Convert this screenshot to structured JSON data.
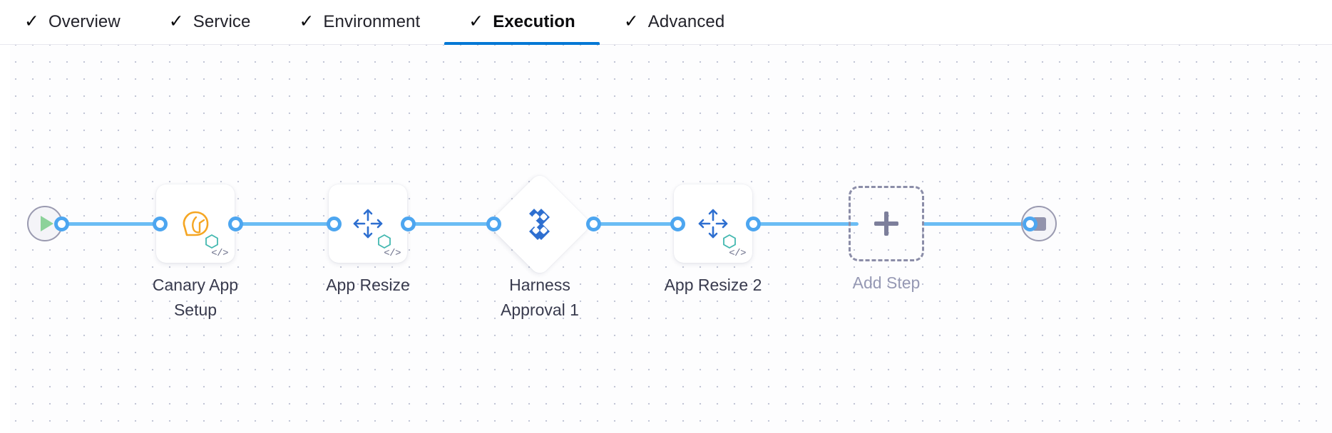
{
  "tabs": [
    {
      "label": "Overview",
      "icon": "check-icon",
      "checked": true,
      "active": false
    },
    {
      "label": "Service",
      "icon": "check-icon",
      "checked": true,
      "active": false
    },
    {
      "label": "Environment",
      "icon": "check-icon",
      "checked": true,
      "active": false
    },
    {
      "label": "Execution",
      "icon": "check-icon",
      "checked": true,
      "active": true
    },
    {
      "label": "Advanced",
      "icon": "check-icon",
      "checked": true,
      "active": false
    }
  ],
  "check_glyph": "✓",
  "canvas": {
    "start_node": {
      "name": "pipeline-start",
      "icon": "play-icon"
    },
    "end_node": {
      "name": "pipeline-end",
      "icon": "stop-icon"
    },
    "steps": [
      {
        "label_line1": "Canary App",
        "label_line2": "Setup",
        "icon": "canary-bird-icon",
        "shape": "rounded-square",
        "has_code_badge": true,
        "has_hex_badge": true
      },
      {
        "label_line1": "App Resize",
        "label_line2": "",
        "icon": "resize-arrows-icon",
        "shape": "rounded-square",
        "has_code_badge": true,
        "has_hex_badge": true
      },
      {
        "label_line1": "Harness",
        "label_line2": "Approval 1",
        "icon": "harness-logo-icon",
        "shape": "diamond",
        "has_code_badge": false,
        "has_hex_badge": false
      },
      {
        "label_line1": "App Resize 2",
        "label_line2": "",
        "icon": "resize-arrows-icon",
        "shape": "rounded-square",
        "has_code_badge": true,
        "has_hex_badge": true
      }
    ],
    "add_step": {
      "label": "Add Step",
      "icon": "plus-icon"
    }
  },
  "colors": {
    "accent_blue": "#0278d5",
    "wire_blue": "#6bbdf4",
    "port_blue": "#4da6f0",
    "harness_blue": "#2e6fd0",
    "canary_orange": "#f5a623",
    "play_green": "#8cd29a",
    "stop_gray": "#9293ac",
    "label_text": "#383a4d",
    "muted_text": "#9699b4",
    "grid_dot": "#c2c6d6"
  }
}
